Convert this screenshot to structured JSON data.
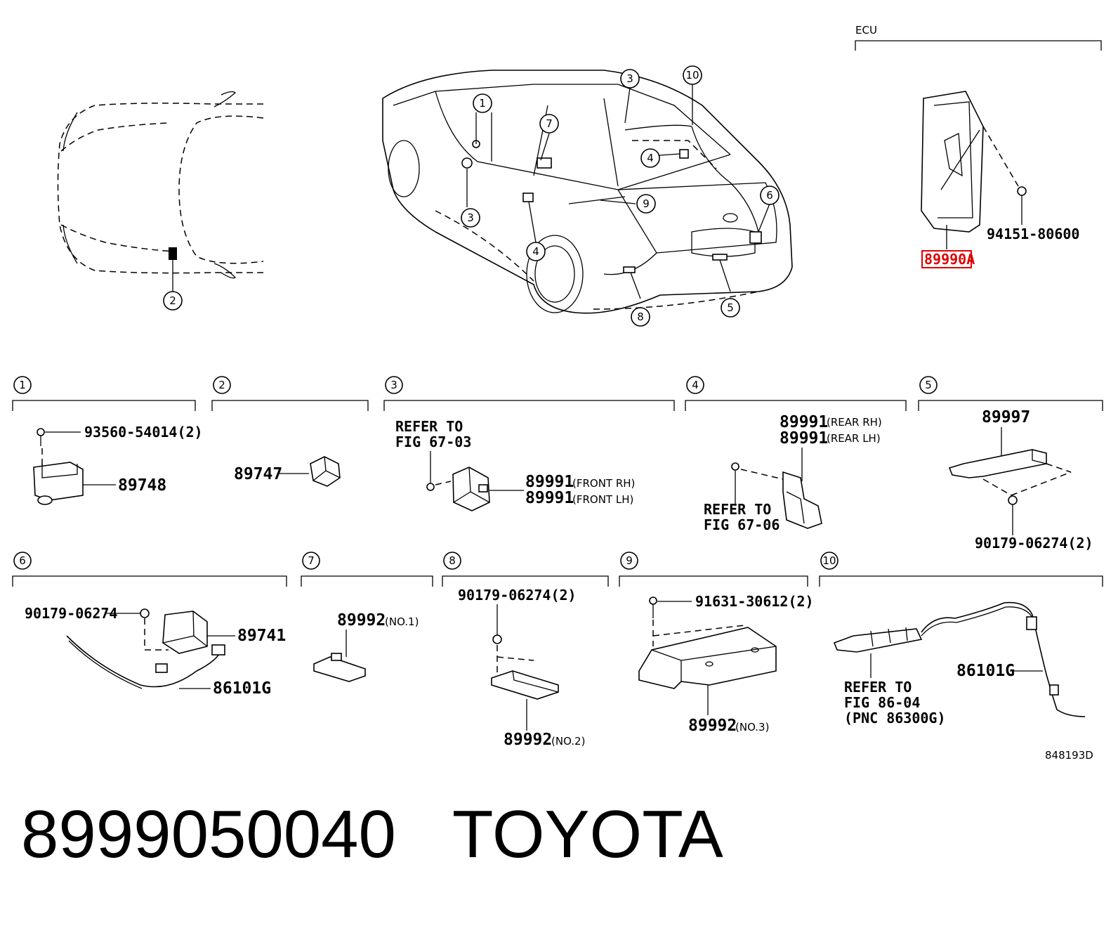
{
  "header": {
    "ecu_label": "ECU",
    "ecu_part": "89990A",
    "ecu_nut": "94151-80600",
    "diagram_code": "848193D"
  },
  "callouts": [
    "1",
    "2",
    "3",
    "4",
    "5",
    "6",
    "7",
    "8",
    "9",
    "10"
  ],
  "sections": {
    "s1": {
      "num": "1",
      "bolt": "93560-54014(2)",
      "part": "89748"
    },
    "s2": {
      "num": "2",
      "part": "89747"
    },
    "s3": {
      "num": "3",
      "refer1": "REFER TO",
      "refer2": "FIG 67-03",
      "part_a": "89991",
      "note_a": "(FRONT RH)",
      "part_b": "89991",
      "note_b": "(FRONT LH)"
    },
    "s4": {
      "num": "4",
      "part_a": "89991",
      "note_a": "(REAR RH)",
      "part_b": "89991",
      "note_b": "(REAR LH)",
      "refer1": "REFER TO",
      "refer2": "FIG 67-06"
    },
    "s5": {
      "num": "5",
      "part": "89997",
      "nut": "90179-06274(2)"
    },
    "s6": {
      "num": "6",
      "nut": "90179-06274",
      "part": "89741",
      "wire": "86101G"
    },
    "s7": {
      "num": "7",
      "part": "89992",
      "note": "(NO.1)"
    },
    "s8": {
      "num": "8",
      "nut": "90179-06274(2)",
      "part": "89992",
      "note": "(NO.2)"
    },
    "s9": {
      "num": "9",
      "bolt": "91631-30612(2)",
      "part": "89992",
      "note": "(NO.3)"
    },
    "s10": {
      "num": "10",
      "wire": "86101G",
      "refer1": "REFER TO",
      "refer2": "FIG 86-04",
      "refer3": "(PNC 86300G)"
    }
  },
  "footer": {
    "part_number": "8999050040",
    "brand": "TOYOTA"
  },
  "colors": {
    "ink": "#000000",
    "highlight": "#e00000",
    "background": "#ffffff"
  }
}
